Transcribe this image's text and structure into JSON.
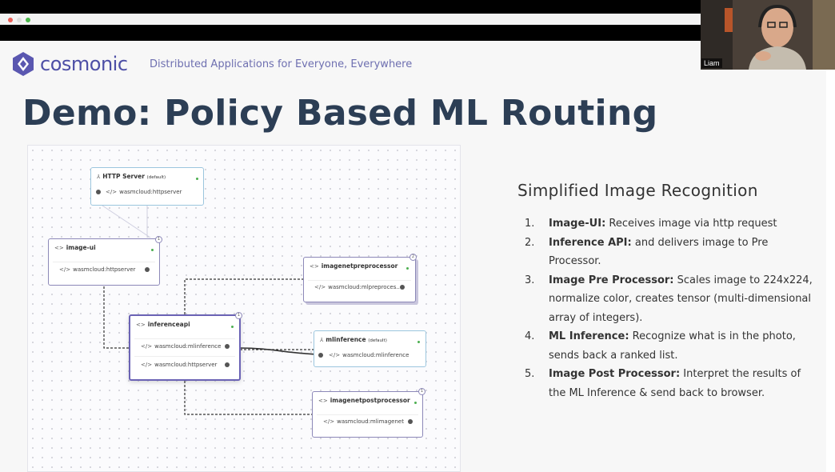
{
  "header": {
    "brand": "cosmonic",
    "tagline": "Distributed Applications for Everyone, Everywhere"
  },
  "slide": {
    "title": "Demo: Policy Based ML Routing"
  },
  "webcam": {
    "name": "Liam"
  },
  "diagram": {
    "nodes": {
      "http_server": {
        "title": "HTTP Server",
        "sub": "(default)",
        "port": "wasmcloud:httpserver"
      },
      "image_ui": {
        "title": "image-ui",
        "port": "wasmcloud:httpserver",
        "badge": "1"
      },
      "imagenetpreprocessor": {
        "title": "imagenetpreprocessor",
        "port": "wasmcloud:mlpreproces...",
        "badge": "2"
      },
      "inferenceapi": {
        "title": "inferenceapi",
        "port1": "wasmcloud:mlinference",
        "port2": "wasmcloud:httpserver",
        "badge": "1"
      },
      "mlinference": {
        "title": "mlinference",
        "sub": "(default)",
        "port": "wasmcloud:mlinference"
      },
      "imagenetpostprocessor": {
        "title": "imagenetpostprocessor",
        "port": "wasmcloud:mlimagenet",
        "badge": "1"
      }
    }
  },
  "panel": {
    "title": "Simplified Image Recognition",
    "steps": [
      {
        "num": "1.",
        "bold": "Image-UI:",
        "text": " Receives image via http request"
      },
      {
        "num": "2.",
        "bold": "Inference API:",
        "text": " and delivers image to Pre Processor."
      },
      {
        "num": "3.",
        "bold": "Image Pre Processor:",
        "text": " Scales image to 224x224, normalize color, creates tensor (multi-dimensional array of integers)."
      },
      {
        "num": "4.",
        "bold": "ML Inference:",
        "text": " Recognize what is in the photo, sends back a ranked list."
      },
      {
        "num": "5.",
        "bold": "Image Post Processor:",
        "text": " Interpret the results of the ML Inference & send back to browser."
      }
    ]
  },
  "colors": {
    "brand": "#4d4fa6",
    "title": "#2c3e55",
    "node_border": "#8c88b8",
    "provider_border": "#9cc6de"
  }
}
